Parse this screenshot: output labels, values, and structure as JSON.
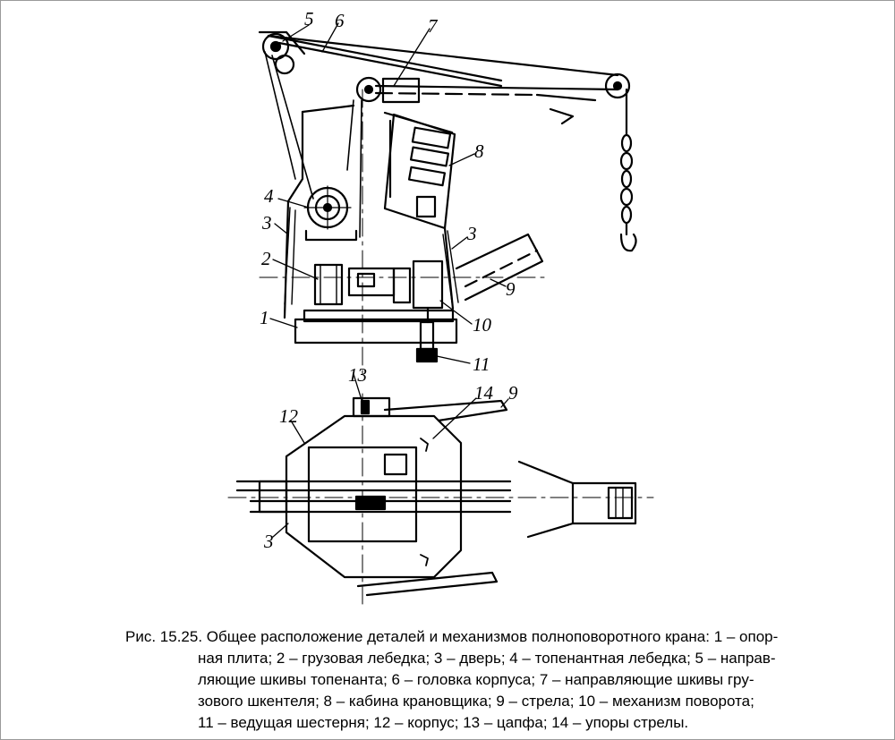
{
  "labels": {
    "l1": "1",
    "l2": "2",
    "l3a": "3",
    "l3b": "3",
    "l3c": "3",
    "l4": "4",
    "l5": "5",
    "l6": "6",
    "l7": "7",
    "l8": "8",
    "l9a": "9",
    "l9b": "9",
    "l10": "10",
    "l11": "11",
    "l12": "12",
    "l13": "13",
    "l14": "14"
  },
  "caption": {
    "lines": [
      "Рис. 15.25. Общее расположение деталей и механизмов полноповоротного крана: 1 – опор-",
      "ная плита; 2 – грузовая лебедка; 3 – дверь; 4 – топенантная лебедка; 5 – направ-",
      "ляющие шкивы топенанта; 6 – головка корпуса; 7 – направляющие шкивы гру-",
      "зового шкентеля; 8 – кабина крановщика; 9 – стрела; 10 – механизм поворота;",
      "11 – ведущая шестерня; 12 – корпус; 13 – цапфа; 14 – упоры стрелы."
    ]
  }
}
